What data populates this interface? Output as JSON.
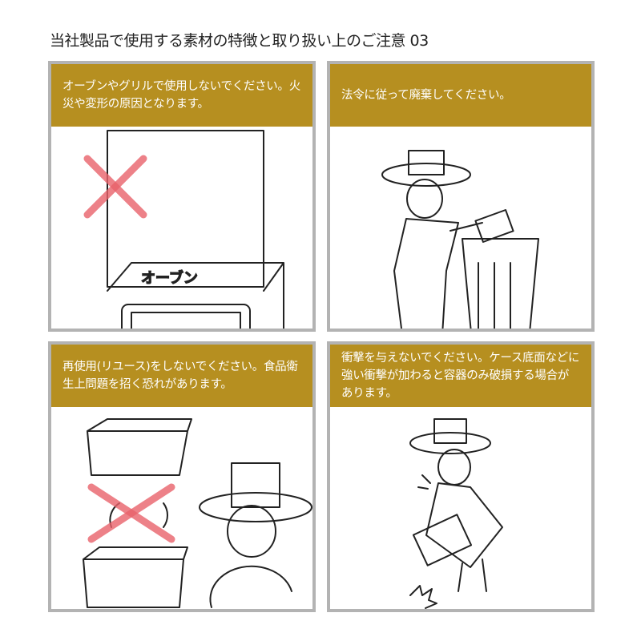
{
  "title": "当社製品で使用する素材の特徴と取り扱い上のご注意 03",
  "panels": [
    {
      "text": "オーブンやグリルで使用しないでください。火災や変形の原因となります。",
      "illustration_label": "オーブン"
    },
    {
      "text": "法令に従って廃棄してください。"
    },
    {
      "text": "再使用(リユース)をしないでください。食品衛生上問題を招く恐れがあります。"
    },
    {
      "text": "衝撃を与えないでください。ケース底面などに強い衝撃が加わると容器のみ破損する場合があります。"
    }
  ],
  "colors": {
    "header": "#b68f20",
    "border": "#b3b3b3",
    "prohibit_mark": "#e9626b"
  }
}
